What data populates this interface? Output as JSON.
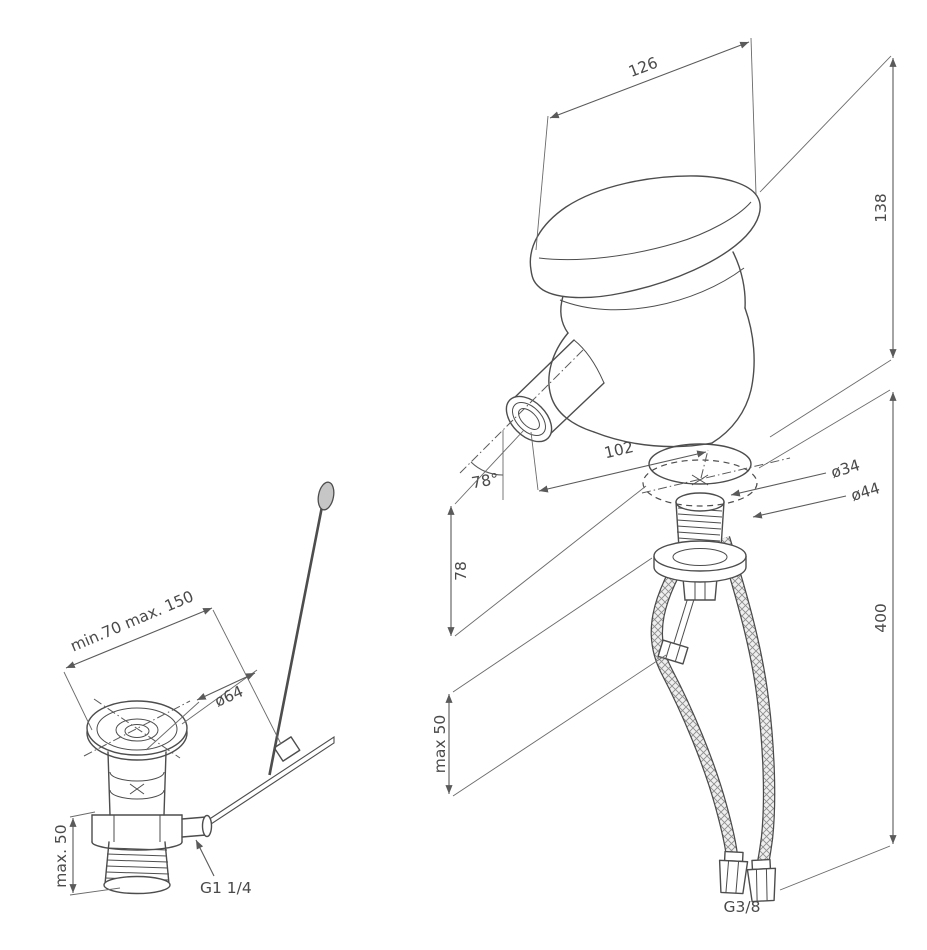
{
  "drawing": {
    "type": "technical-drawing",
    "subject": "bidet mixer faucet with pop-up drain assembly",
    "line_color": "#4d4d4d",
    "dim_color": "#5a5a5a",
    "background_color": "#ffffff"
  },
  "dims": {
    "d126": "126",
    "d138": "138",
    "d102": "102",
    "dia34": "ø34",
    "dia44": "ø44",
    "angle78": "78°",
    "d78": "78",
    "d400": "400",
    "max50_faucet": "max 50",
    "g38": "G3/8",
    "min70max150": "min.70 max. 150",
    "dia64": "ø64",
    "max50_drain": "max. 50",
    "g114": "G1 1/4"
  }
}
